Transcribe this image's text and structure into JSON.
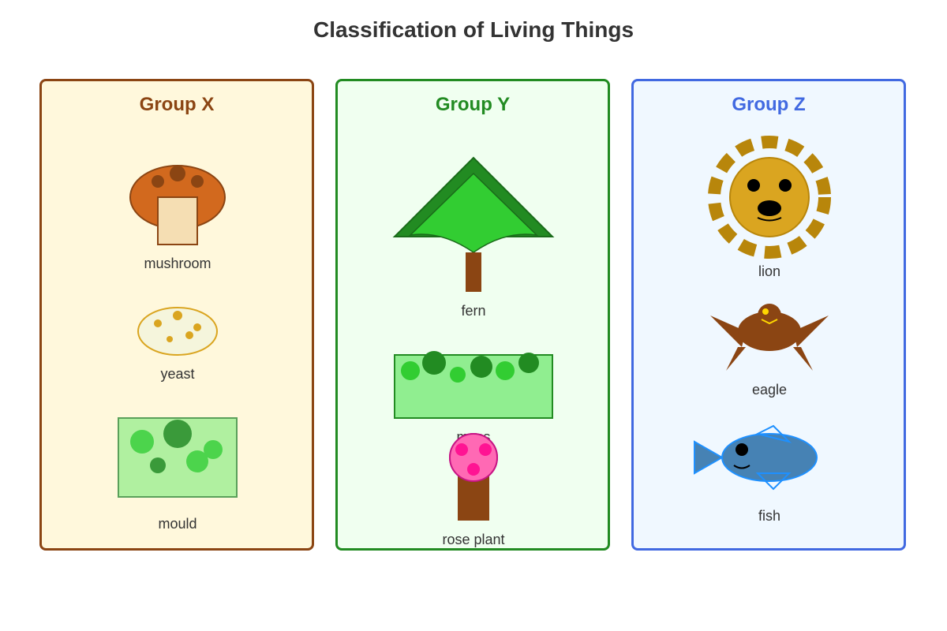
{
  "title": "Classification of Living Things",
  "colors": {
    "group_x_border": "#8B4513",
    "group_x_bg": "#FFF8DC",
    "group_y_border": "#228B22",
    "group_y_bg": "#F0FFF0",
    "group_z_border": "#4169E1",
    "group_z_bg": "#F0F8FF"
  },
  "groups": [
    {
      "title": "Group X",
      "items": [
        {
          "label": "mushroom",
          "icon": "mushroom-icon"
        },
        {
          "label": "yeast",
          "icon": "yeast-icon"
        },
        {
          "label": "mould",
          "icon": "mould-icon"
        }
      ]
    },
    {
      "title": "Group Y",
      "items": [
        {
          "label": "fern",
          "icon": "fern-icon"
        },
        {
          "label": "moss",
          "icon": "moss-icon"
        },
        {
          "label": "rose plant",
          "icon": "rose-plant-icon"
        }
      ]
    },
    {
      "title": "Group Z",
      "items": [
        {
          "label": "lion",
          "icon": "lion-icon"
        },
        {
          "label": "eagle",
          "icon": "eagle-icon"
        },
        {
          "label": "fish",
          "icon": "fish-icon"
        }
      ]
    }
  ]
}
